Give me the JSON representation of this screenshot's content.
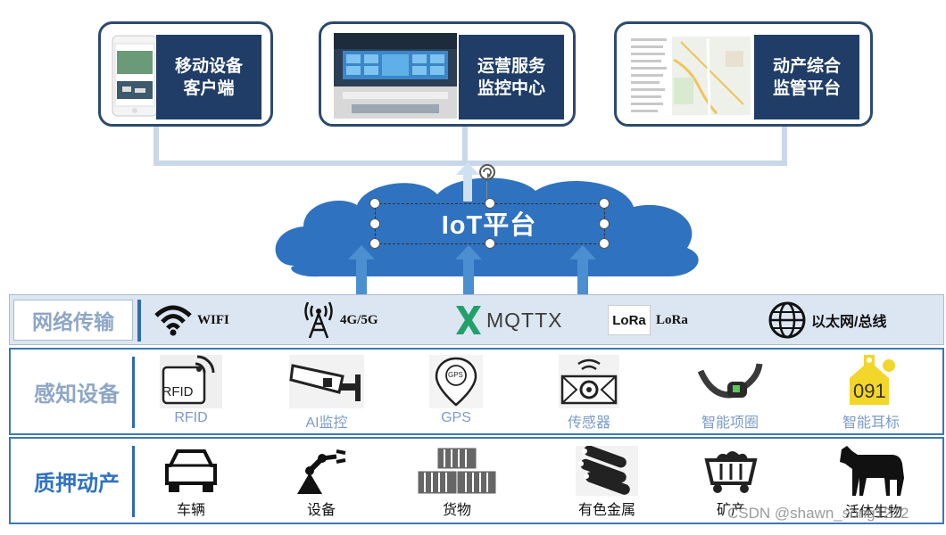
{
  "apps": [
    {
      "line1": "移动设备",
      "line2": "客户端",
      "icon": "phone-icon"
    },
    {
      "line1": "运营服务",
      "line2": "监控中心",
      "icon": "control-room-icon"
    },
    {
      "line1": "动产综合",
      "line2": "监管平台",
      "icon": "map-icon"
    }
  ],
  "cloud": {
    "title": "IoT平台"
  },
  "network": {
    "label": "网络传输",
    "items": [
      {
        "text": "WIFI",
        "icon": "wifi-icon"
      },
      {
        "text": "4G/5G",
        "icon": "antenna-icon"
      },
      {
        "text": "MQTTX",
        "icon": "mqttx-icon"
      },
      {
        "text": "LoRa",
        "icon": "lora-icon",
        "badge": "LoRa"
      },
      {
        "text": "以太网/总线",
        "icon": "globe-icon"
      }
    ]
  },
  "sensing": {
    "label": "感知设备",
    "items": [
      {
        "text": "RFID",
        "icon": "rfid-icon",
        "badge": "RFID"
      },
      {
        "text": "AI监控",
        "icon": "camera-icon"
      },
      {
        "text": "GPS",
        "icon": "gps-icon",
        "badge": "GPS"
      },
      {
        "text": "传感器",
        "icon": "sensor-icon"
      },
      {
        "text": "智能项圈",
        "icon": "collar-icon"
      },
      {
        "text": "智能耳标",
        "icon": "ear-tag-icon",
        "badge": "091"
      }
    ]
  },
  "collateral": {
    "label": "质押动产",
    "items": [
      {
        "text": "车辆",
        "icon": "car-icon"
      },
      {
        "text": "设备",
        "icon": "robot-arm-icon"
      },
      {
        "text": "货物",
        "icon": "containers-icon"
      },
      {
        "text": "有色金属",
        "icon": "pipes-icon"
      },
      {
        "text": "矿产",
        "icon": "mine-cart-icon"
      },
      {
        "text": "活体生物",
        "icon": "cow-icon"
      }
    ]
  },
  "watermark": "CSDN @shawn_song1212",
  "colors": {
    "navy": "#1f3d66",
    "cloud": "#2f72c0",
    "arrow": "#4b8fd0",
    "label_light": "#8ea6c6",
    "label_blue": "#2f72c0"
  }
}
